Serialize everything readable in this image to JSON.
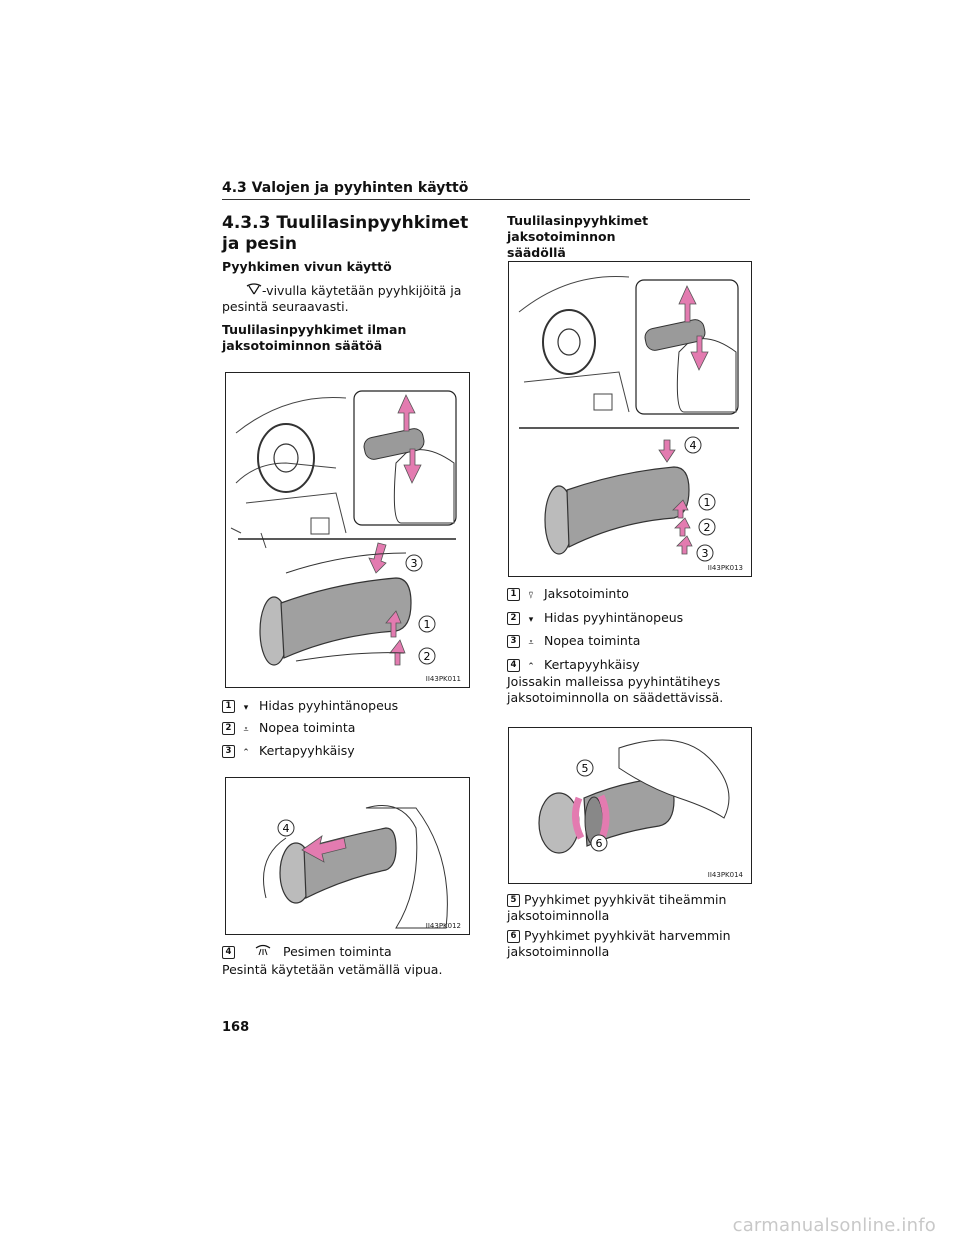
{
  "header": {
    "section": "4.3  Valojen ja pyyhinten käyttö"
  },
  "title": "4.3.3  Tuulilasinpyyhkimet ja pesin",
  "left": {
    "subheading": "Pyyhkimen vivun käyttö",
    "intro_line1": "-vivulla käytetään pyyhkijöitä ja",
    "intro_line2": "pesintä seuraavasti.",
    "subheading2_line1": "Tuulilasinpyyhkimet ilman",
    "subheading2_line2": "jaksotoiminnon säätöä",
    "fig1": {
      "code": "II43PK011",
      "callouts": [
        "1",
        "2",
        "3"
      ]
    },
    "items1": [
      {
        "num": "1",
        "symbol": "▾",
        "text": "Hidas pyyhintänopeus"
      },
      {
        "num": "2",
        "symbol": "⩡",
        "text": "Nopea toiminta"
      },
      {
        "num": "3",
        "symbol": "⌃",
        "text": "Kertapyyhkäisy"
      }
    ],
    "fig2": {
      "code": "II43PK012",
      "callouts": [
        "4"
      ]
    },
    "item4": {
      "num": "4",
      "text": "Pesimen toiminta"
    },
    "closing": "Pesintä käytetään vetämällä vipua."
  },
  "right": {
    "heading_line1": "Tuulilasinpyyhkimet jaksotoiminnon",
    "heading_line2": "säädöllä",
    "fig3": {
      "code": "II43PK013",
      "callouts": [
        "4",
        "1",
        "2",
        "3"
      ]
    },
    "items": [
      {
        "num": "1",
        "symbol": "⍢",
        "text": "Jaksotoiminto"
      },
      {
        "num": "2",
        "symbol": "▾",
        "text": "Hidas pyyhintänopeus"
      },
      {
        "num": "3",
        "symbol": "⩡",
        "text": "Nopea toiminta"
      },
      {
        "num": "4",
        "symbol": "⌃",
        "text": "Kertapyyhkäisy"
      }
    ],
    "note_line1": "Joissakin malleissa pyyhintätiheys",
    "note_line2": "jaksotoiminnolla on säädettävissä.",
    "fig4": {
      "code": "II43PK014",
      "callouts": [
        "5",
        "6"
      ]
    },
    "item5": {
      "num": "5",
      "line1": "Pyyhkimet pyyhkivät tiheämmin",
      "line2": "jaksotoiminnolla"
    },
    "item6": {
      "num": "6",
      "line1": "Pyyhkimet pyyhkivät harvemmin",
      "line2": "jaksotoiminnolla"
    }
  },
  "page_number": "168",
  "watermark": "carmanualsonline.info",
  "colors": {
    "arrow": "#e37bb0",
    "lever": "#9a9a9a"
  }
}
